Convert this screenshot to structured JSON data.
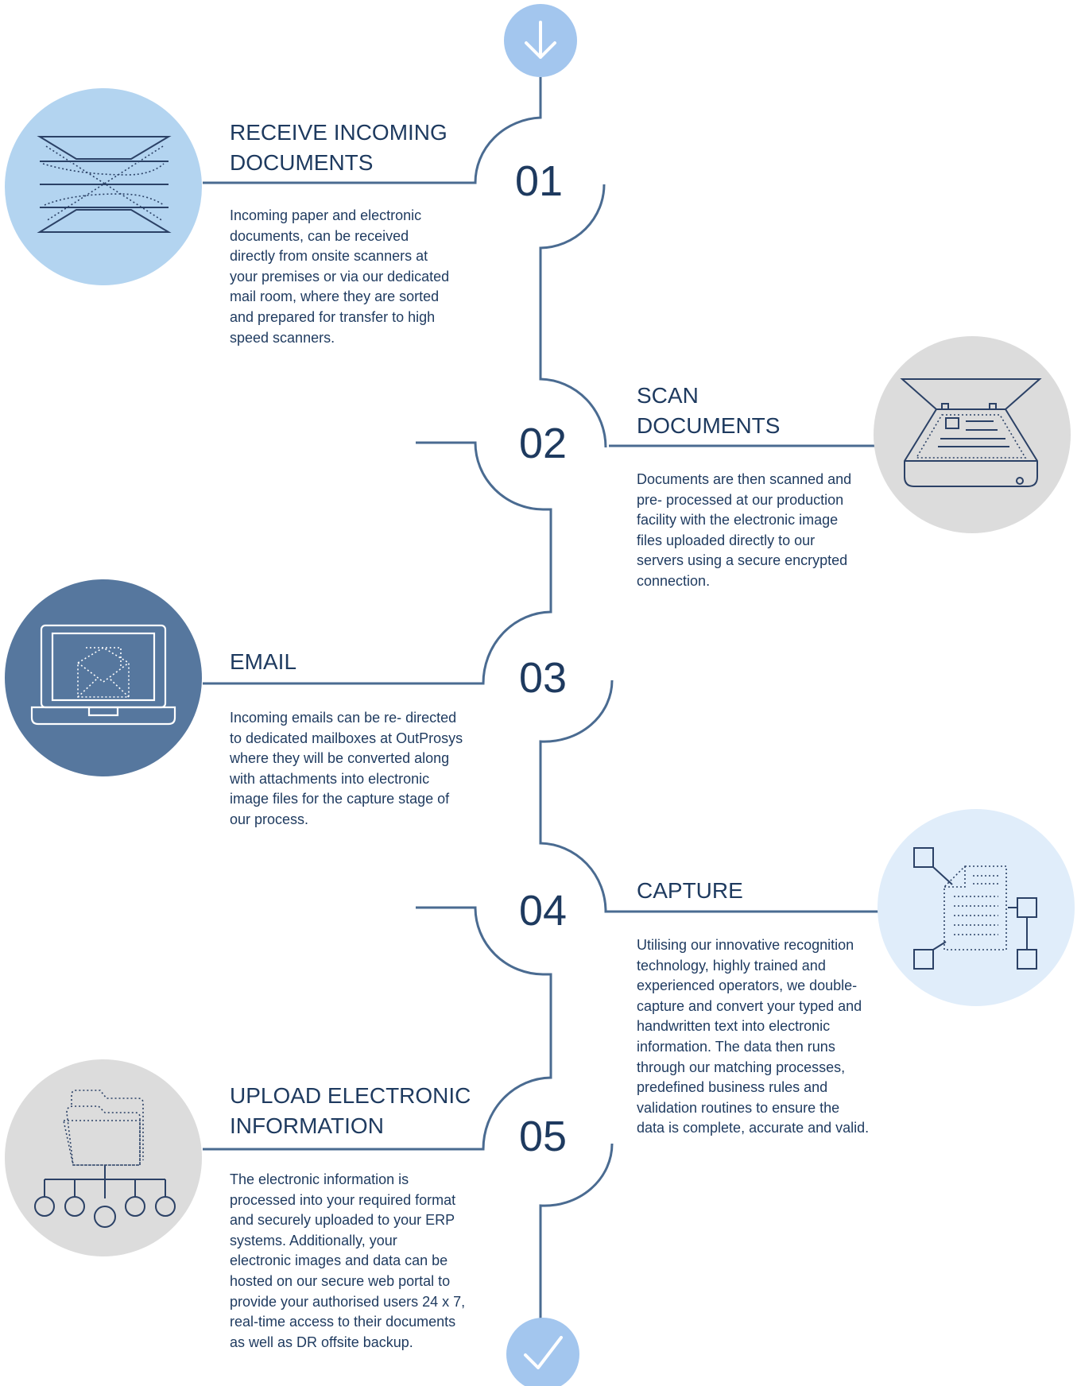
{
  "steps": [
    {
      "number": "01",
      "title": "RECEIVE INCOMING\nDOCUMENTS",
      "description": "Incoming paper and electronic\ndocuments, can be received\ndirectly from onsite scanners at\nyour premises or via our dedicated\nmail room, where they are sorted\nand prepared for transfer to high\nspeed scanners.",
      "icon": "incoming-documents-icon",
      "circle_color": "#b3d4f0"
    },
    {
      "number": "02",
      "title": "SCAN\nDOCUMENTS",
      "description": "Documents are then scanned and\npre- processed at our production\nfacility with the electronic image\nfiles uploaded directly to our\nservers using a secure encrypted\nconnection.",
      "icon": "scanner-icon",
      "circle_color": "#dcdcdc"
    },
    {
      "number": "03",
      "title": "EMAIL",
      "description": "Incoming emails can be re- directed\nto dedicated mailboxes at OutProsys\nwhere they will be converted along\nwith attachments into electronic\nimage files for the capture stage of\nour process.",
      "icon": "laptop-email-icon",
      "circle_color": "#56779e"
    },
    {
      "number": "04",
      "title": "CAPTURE",
      "description": "Utilising our innovative recognition\ntechnology, highly trained and\nexperienced operators, we double-\ncapture and convert your typed and\nhandwritten text into electronic\ninformation. The data then runs\nthrough our matching processes,\npredefined business rules and\nvalidation routines to ensure the\ndata is complete, accurate and valid.",
      "icon": "data-capture-icon",
      "circle_color": "#e0edfa"
    },
    {
      "number": "05",
      "title": "UPLOAD ELECTRONIC\nINFORMATION",
      "description": "The electronic information is\nprocessed into your required format\nand securely uploaded to your ERP\nsystems. Additionally, your\nelectronic images and data can be\nhosted on our secure web portal to\nprovide your authorised users 24 x 7,\nreal-time access to their documents\nas well as DR offsite backup.",
      "icon": "folder-network-icon",
      "circle_color": "#dcdcdc"
    }
  ],
  "start_icon": "arrow-down-icon",
  "end_icon": "checkmark-icon",
  "colors": {
    "line": "#4a6b91",
    "text": "#1e3a5f",
    "start_end_circle": "#a3c6ee"
  }
}
